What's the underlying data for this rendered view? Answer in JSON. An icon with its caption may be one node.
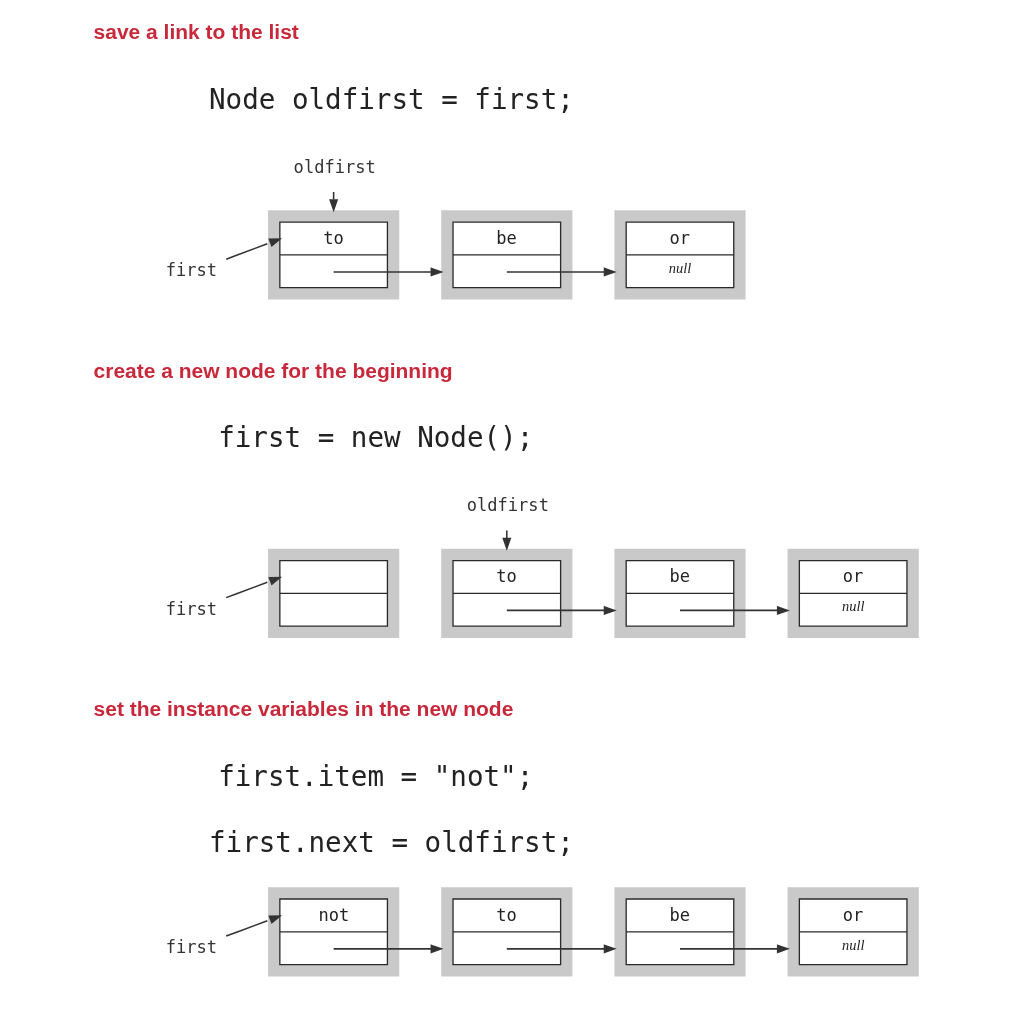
{
  "diagram": {
    "nodes": [
      {
        "text": [
          "oldfirst"
        ]
      },
      {
        "text": [
          "first"
        ]
      },
      {
        "text": [
          "to"
        ]
      },
      {
        "text": [
          "be"
        ]
      },
      {
        "text": [
          "or",
          "null"
        ]
      },
      {
        "text": [
          "first"
        ]
      },
      {
        "text": [],
        "shape": "box"
      },
      {
        "text": [
          "oldfirst"
        ]
      },
      {
        "text": [
          "to"
        ]
      },
      {
        "text": [
          "be"
        ]
      },
      {
        "text": [
          "or",
          "null"
        ]
      },
      {
        "text": [
          "first"
        ]
      },
      {
        "text": [
          "not"
        ]
      },
      {
        "text": [
          "to"
        ]
      },
      {
        "text": [
          "be"
        ]
      },
      {
        "text": [
          "or",
          "null"
        ]
      }
    ],
    "edges": [
      {
        "from": 1,
        "to": 2,
        "arrow": "to"
      },
      {
        "from": 0,
        "to": 2,
        "arrow": "to"
      },
      {
        "from": 2,
        "to": 3,
        "arrow": "to"
      },
      {
        "from": 3,
        "to": 4,
        "arrow": "to"
      },
      {
        "from": 5,
        "to": 6,
        "arrow": "to"
      },
      {
        "from": 7,
        "to": 8,
        "arrow": "to"
      },
      {
        "from": 8,
        "to": 9,
        "arrow": "to"
      },
      {
        "from": 9,
        "to": 10,
        "arrow": "to"
      },
      {
        "from": 11,
        "to": 12,
        "arrow": "to"
      },
      {
        "from": 12,
        "to": 13,
        "arrow": "to"
      },
      {
        "from": 13,
        "to": 14,
        "arrow": "to"
      },
      {
        "from": 14,
        "to": 15,
        "arrow": "to"
      }
    ],
    "labels": [
      "save a link to the list",
      "Node oldfirst = first;",
      "create a new node for the beginning",
      "first = new Node();",
      "set the instance variables in the new node",
      "first.item = \"not\";",
      "first.next = oldfirst;"
    ]
  }
}
